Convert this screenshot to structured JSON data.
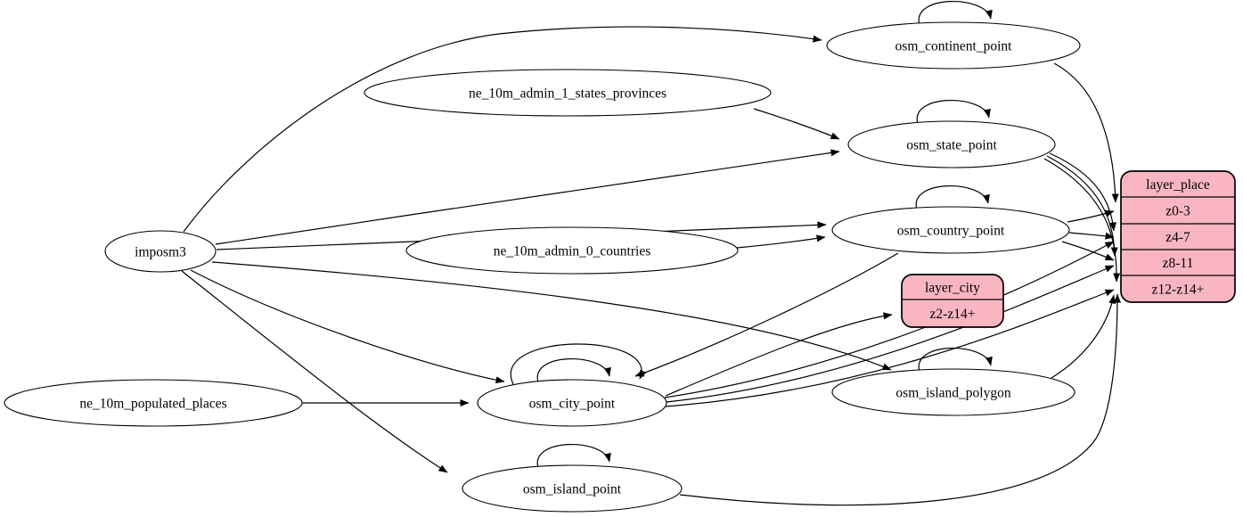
{
  "diagram": {
    "background_color": "#ffffff",
    "edge_color": "#000000",
    "ellipse_fill": "#ffffff",
    "record_fill": "#f9b6c1",
    "nodes": [
      {
        "id": "imposm3",
        "type": "ellipse",
        "label": "imposm3"
      },
      {
        "id": "ne_10m_admin_1_states_provinces",
        "type": "ellipse",
        "label": "ne_10m_admin_1_states_provinces"
      },
      {
        "id": "ne_10m_admin_0_countries",
        "type": "ellipse",
        "label": "ne_10m_admin_0_countries"
      },
      {
        "id": "ne_10m_populated_places",
        "type": "ellipse",
        "label": "ne_10m_populated_places"
      },
      {
        "id": "osm_continent_point",
        "type": "ellipse",
        "label": "osm_continent_point"
      },
      {
        "id": "osm_state_point",
        "type": "ellipse",
        "label": "osm_state_point"
      },
      {
        "id": "osm_country_point",
        "type": "ellipse",
        "label": "osm_country_point"
      },
      {
        "id": "osm_city_point",
        "type": "ellipse",
        "label": "osm_city_point"
      },
      {
        "id": "osm_island_polygon",
        "type": "ellipse",
        "label": "osm_island_polygon"
      },
      {
        "id": "osm_island_point",
        "type": "ellipse",
        "label": "osm_island_point"
      },
      {
        "id": "layer_city",
        "type": "record",
        "rows": [
          "layer_city",
          "z2-z14+"
        ]
      },
      {
        "id": "layer_place",
        "type": "record",
        "rows": [
          "layer_place",
          "z0-3",
          "z4-7",
          "z8-11",
          "z12-z14+"
        ]
      }
    ],
    "edges": [
      {
        "from": "imposm3",
        "to": "osm_continent_point"
      },
      {
        "from": "imposm3",
        "to": "osm_state_point"
      },
      {
        "from": "imposm3",
        "to": "osm_country_point"
      },
      {
        "from": "imposm3",
        "to": "osm_city_point"
      },
      {
        "from": "imposm3",
        "to": "osm_island_polygon"
      },
      {
        "from": "imposm3",
        "to": "osm_island_point"
      },
      {
        "from": "ne_10m_admin_1_states_provinces",
        "to": "osm_state_point"
      },
      {
        "from": "ne_10m_admin_0_countries",
        "to": "osm_country_point"
      },
      {
        "from": "ne_10m_populated_places",
        "to": "osm_city_point"
      },
      {
        "from": "osm_country_point",
        "to": "osm_city_point"
      },
      {
        "from": "osm_continent_point",
        "to": "osm_continent_point"
      },
      {
        "from": "osm_state_point",
        "to": "osm_state_point"
      },
      {
        "from": "osm_country_point",
        "to": "osm_country_point"
      },
      {
        "from": "osm_city_point",
        "to": "osm_city_point"
      },
      {
        "from": "osm_city_point",
        "to": "osm_city_point"
      },
      {
        "from": "osm_island_polygon",
        "to": "osm_island_polygon"
      },
      {
        "from": "osm_island_point",
        "to": "osm_island_point"
      },
      {
        "from": "osm_city_point",
        "to": "layer_city",
        "to_port": "z2-z14+"
      },
      {
        "from": "osm_continent_point",
        "to": "layer_place",
        "to_port": "z0-3"
      },
      {
        "from": "osm_country_point",
        "to": "layer_place",
        "to_port": "z0-3"
      },
      {
        "from": "osm_country_point",
        "to": "layer_place",
        "to_port": "z4-7"
      },
      {
        "from": "osm_country_point",
        "to": "layer_place",
        "to_port": "z8-11"
      },
      {
        "from": "osm_state_point",
        "to": "layer_place",
        "to_port": "z4-7"
      },
      {
        "from": "osm_state_point",
        "to": "layer_place",
        "to_port": "z8-11"
      },
      {
        "from": "osm_state_point",
        "to": "layer_place",
        "to_port": "z12-z14+"
      },
      {
        "from": "osm_city_point",
        "to": "layer_place",
        "to_port": "z4-7"
      },
      {
        "from": "osm_city_point",
        "to": "layer_place",
        "to_port": "z8-11"
      },
      {
        "from": "osm_city_point",
        "to": "layer_place",
        "to_port": "z12-z14+"
      },
      {
        "from": "osm_island_polygon",
        "to": "layer_place",
        "to_port": "z12-z14+"
      },
      {
        "from": "osm_island_point",
        "to": "layer_place",
        "to_port": "z12-z14+"
      }
    ]
  }
}
